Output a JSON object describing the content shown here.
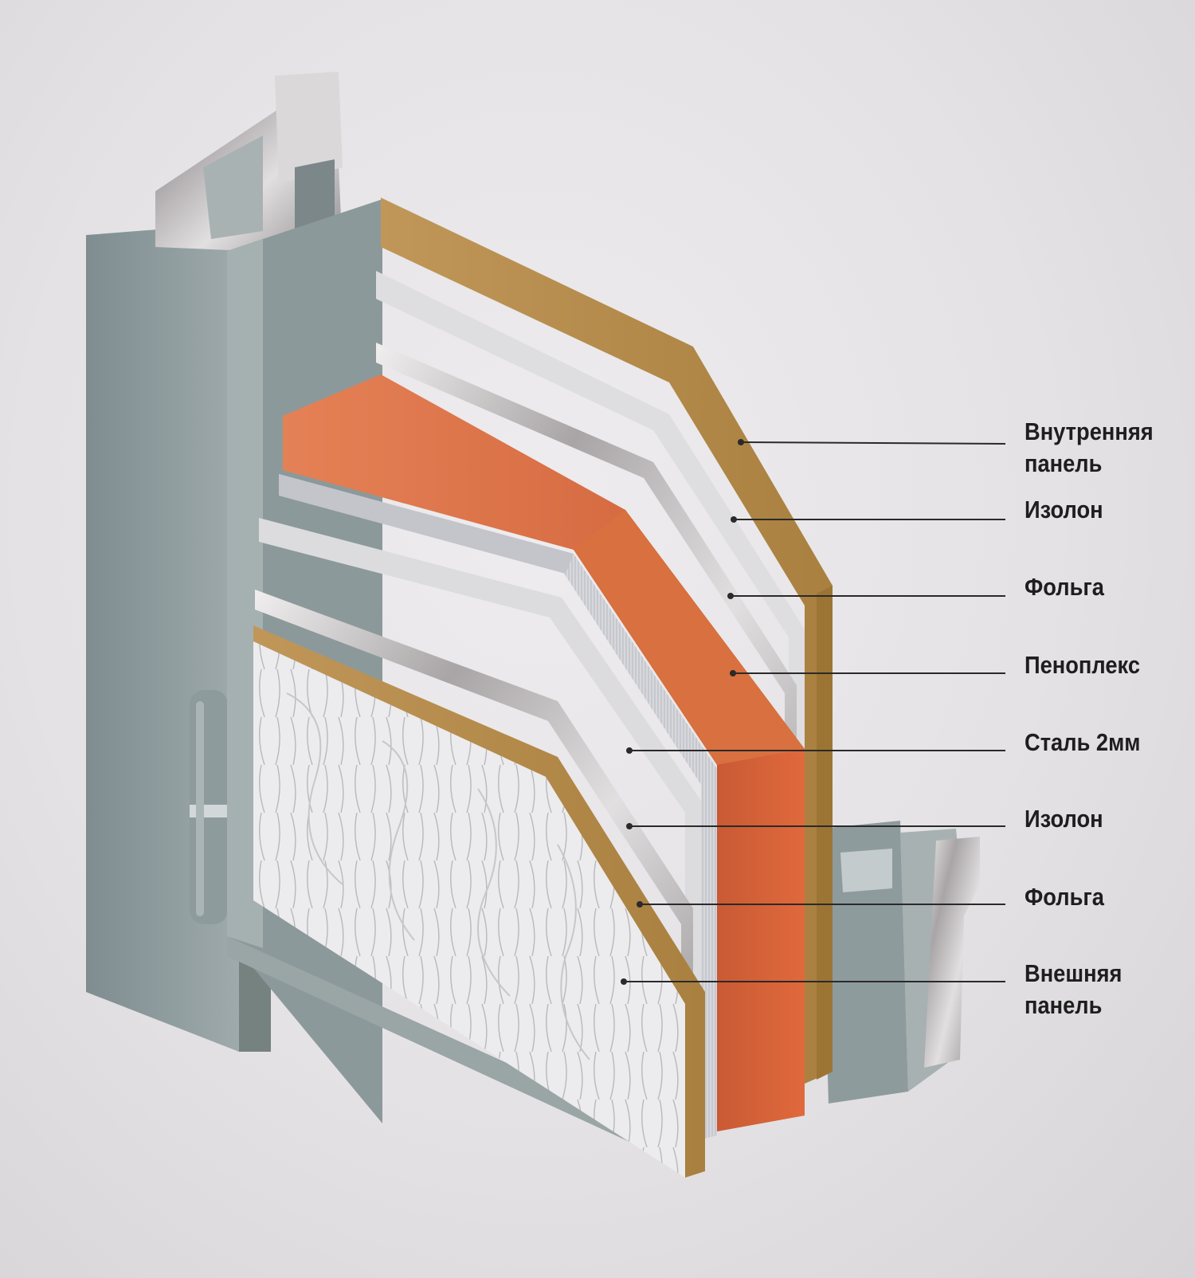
{
  "diagram": {
    "layers": [
      {
        "id": "inner-panel",
        "label": "Внутренняя\nпанель"
      },
      {
        "id": "izolon-inner",
        "label": "Изолон"
      },
      {
        "id": "foil-inner",
        "label": "Фольга"
      },
      {
        "id": "penoplex",
        "label": "Пеноплекс"
      },
      {
        "id": "steel",
        "label": "Сталь 2мм"
      },
      {
        "id": "izolon-outer",
        "label": "Изолон"
      },
      {
        "id": "foil-outer",
        "label": "Фольга"
      },
      {
        "id": "outer-panel",
        "label": "Внешняя\nпанель"
      }
    ],
    "colors": {
      "mdf": "#b48a4a",
      "izolon": "#dcdcde",
      "foil": "#bdbabb",
      "penoplex": "#d86a3e",
      "steel_frame": "#8c9a9c",
      "outer_panel": "#ebeaec"
    }
  }
}
